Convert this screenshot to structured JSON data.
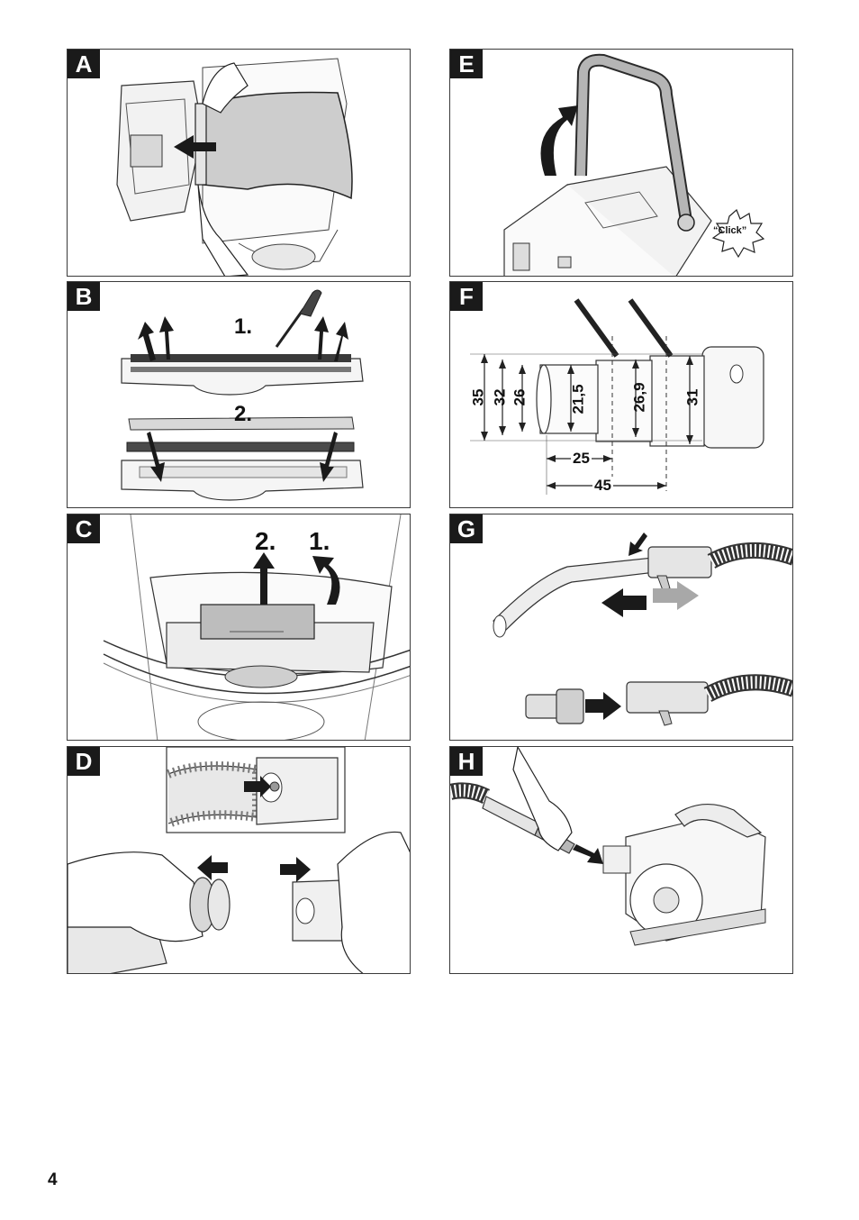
{
  "page_number": "4",
  "panels": {
    "a": {
      "letter": "A"
    },
    "b": {
      "letter": "B",
      "step1": "1.",
      "step2": "2."
    },
    "c": {
      "letter": "C",
      "step2": "2.",
      "step1": "1."
    },
    "d": {
      "letter": "D"
    },
    "e": {
      "letter": "E",
      "click_label": "“Click”"
    },
    "f": {
      "letter": "F",
      "dims": {
        "d35": "35",
        "d32": "32",
        "d26": "26",
        "d21": "21,5",
        "d26_9": "26,9",
        "d31": "31",
        "len25": "25",
        "len45": "45"
      }
    },
    "g": {
      "letter": "G"
    },
    "h": {
      "letter": "H"
    }
  },
  "colors": {
    "ink": "#1a1a1a",
    "line": "#2b2b2b",
    "shade": "#cfcfcf",
    "light_shade": "#e6e6e6",
    "arrow_gray": "#a8a8a8"
  }
}
